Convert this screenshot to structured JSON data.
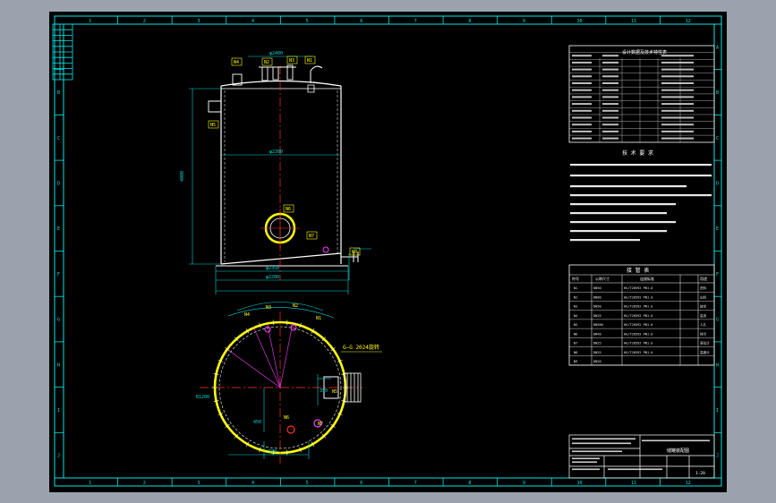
{
  "colors": {
    "background": "#9aa3ad",
    "sheet": "#000000",
    "frame": "#00e6e6",
    "vessel": "#ffffff",
    "dimension": "#00d8d8",
    "centerline": "#ff3030",
    "callout": "#ffff00",
    "nozzle": "#ff40ff",
    "table_text": "#f0f0f0"
  },
  "frame_labels": {
    "top": [
      "1",
      "2",
      "3",
      "4",
      "5",
      "6",
      "7",
      "8",
      "9",
      "10",
      "11",
      "12"
    ],
    "left": [
      "A",
      "B",
      "C",
      "D",
      "E",
      "F",
      "G",
      "H",
      "I",
      "J"
    ]
  },
  "elevation": {
    "nozzle_tags": [
      "N4",
      "N2",
      "N3",
      "N1",
      "N5",
      "N6",
      "N7",
      "N8"
    ],
    "dimensions": [
      "φ2400",
      "φ2300",
      "φ2350",
      "φ2280",
      "4000"
    ]
  },
  "plan": {
    "section_label": "G—G 2024旋转",
    "nozzle_tags": [
      "N4",
      "N3",
      "N2",
      "N1",
      "N5",
      "N6",
      "N7"
    ],
    "dimensions": [
      "R1200",
      "500",
      "350",
      "450"
    ]
  },
  "design_table": {
    "title": "设计数据及技术特性表"
  },
  "technical_requirements": {
    "title": "技 术 要 求"
  },
  "nozzle_table": {
    "title": "接 管 表",
    "headers": [
      "符号",
      "公称尺寸",
      "连接标准",
      "用途"
    ],
    "rows": [
      [
        "N1",
        "DN50",
        "HG/T20592 PN1.0",
        "进料"
      ],
      [
        "N2",
        "DN80",
        "HG/T20592 PN1.0",
        "出料"
      ],
      [
        "N3",
        "DN50",
        "HG/T20592 PN1.0",
        "放空"
      ],
      [
        "N4",
        "DN25",
        "HG/T20592 PN1.0",
        "溢流"
      ],
      [
        "N5",
        "DN500",
        "HG/T20592 PN1.0",
        "人孔"
      ],
      [
        "N6",
        "DN40",
        "HG/T20592 PN1.0",
        "排污"
      ],
      [
        "N7",
        "DN25",
        "HG/T20592 PN1.0",
        "液位计"
      ],
      [
        "N8",
        "DN25",
        "HG/T20592 PN1.0",
        "温度计"
      ],
      [
        "N9",
        "DN20",
        "",
        ""
      ]
    ]
  },
  "title_block": {
    "drawing_name": "储罐装配图",
    "scale": "1:20"
  }
}
